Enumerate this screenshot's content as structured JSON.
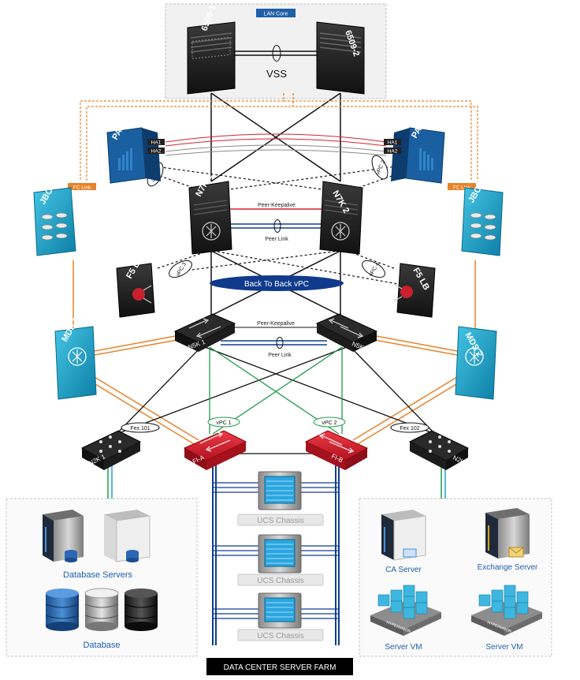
{
  "lan_core": {
    "title": "LAN Core",
    "vss_label": "VSS",
    "switch1": "6509-1",
    "switch2": "6509-2"
  },
  "firewalls": {
    "pa1": "PA-1",
    "pa2": "PA-2",
    "ha1": "HA1",
    "ha2": "HA2"
  },
  "storage": {
    "jbod1": "JBOD 1",
    "jbod2": "JBOD 2",
    "fc_link": "FC Link",
    "mds1": "MDS 1",
    "mds2": "MDS 2"
  },
  "core": {
    "n7k1": "N7K 1",
    "n7k2": "N7K 2",
    "peer_keepalive": "Peer-Keepalive",
    "peer_link": "Peer Link",
    "back_to_back": "Back To Back vPC",
    "vpc_1": "vPC 1",
    "vpc_2": "vPC 2",
    "vpc_3": "vPC 3",
    "vpc_4": "vPC 4"
  },
  "load_balancers": {
    "f5_left": "F5 LB",
    "f5_right": "F5 LB"
  },
  "access": {
    "n5k1": "N5K 1",
    "n5k2": "N5K 2",
    "peer_keepalive": "Peer-Keepalive",
    "peer_link": "Peer Link",
    "vpc_1": "vPC 1",
    "vpc_2": "vPC 2",
    "fex101": "Fex 101",
    "fex102": "Fex 102",
    "n2k1": "N2K 1",
    "n2k2": "N2K 2",
    "fi_a": "FI-A",
    "fi_b": "FI-B"
  },
  "ucs": {
    "chassis": [
      "UCS Chassis",
      "UCS Chassis",
      "UCS Chassis"
    ]
  },
  "left_farm": {
    "database_servers": "Database Servers",
    "database": "Database"
  },
  "right_farm": {
    "ca_server": "CA Server",
    "exchange_server": "Exchange Server",
    "server_vm_1": "Server VM",
    "server_vm_2": "Server VM",
    "hypervisor": "HYPERVISOR"
  },
  "footer": {
    "title": "DATA CENTER SERVER FARM"
  },
  "colors": {
    "accent_blue": "#0f3e91",
    "cyan": "#1aa3c8",
    "red": "#d4202f",
    "orange": "#e8832a",
    "green": "#1f9a4a"
  }
}
